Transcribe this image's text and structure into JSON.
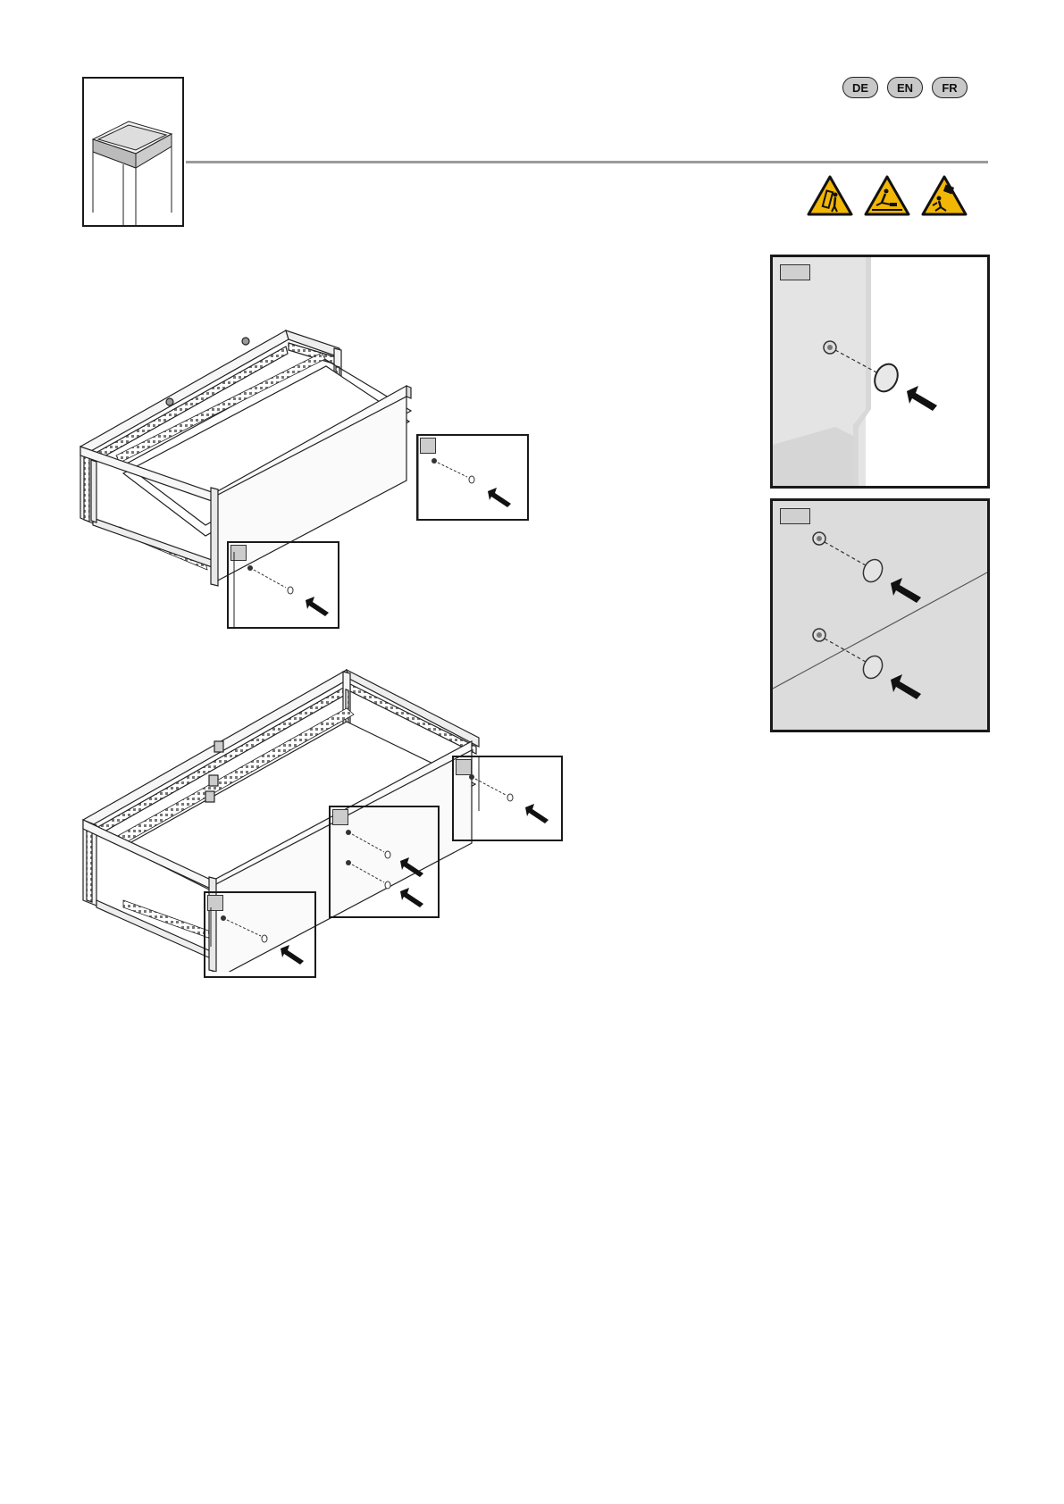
{
  "languages": [
    "DE",
    "EN",
    "FR"
  ],
  "warnings": [
    "tipping-hazard-icon",
    "tripping-hazard-icon",
    "falling-objects-icon"
  ],
  "colors": {
    "warning_yellow": "#f2b705",
    "tag_grey": "#d0d0d0",
    "panel_grey": "#e6e6e6",
    "line": "#1a1a1a"
  }
}
